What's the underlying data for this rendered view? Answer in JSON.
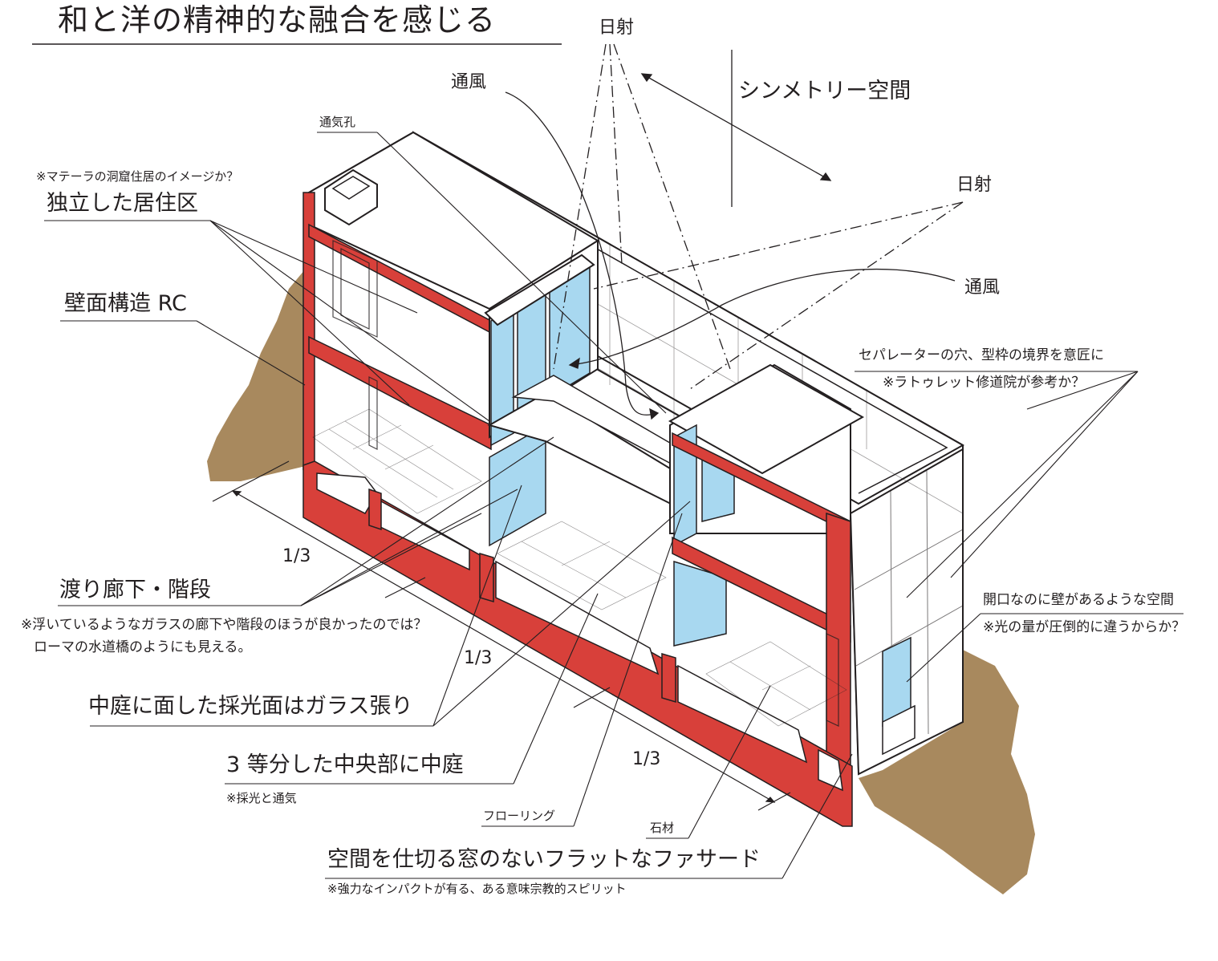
{
  "title": "和と洋の精神的な融合を感じる",
  "labels": {
    "sun_top": "日射",
    "sun_right": "日射",
    "wind_top": "通風",
    "wind_right": "通風",
    "symmetry": "シンメトリー空間",
    "vent": "通気孔",
    "matera_note": "※マテーラの洞窟住居のイメージか？",
    "independent": "独立した居住区",
    "wall_rc": "壁面構造 RC",
    "separator": "セパレーターの穴、型枠の境界を意匠に",
    "tourette": "※ラトゥレット修道院が参考か？",
    "third_1": "1/3",
    "third_2": "1/3",
    "third_3": "1/3",
    "corridor": "渡り廊下・階段",
    "corridor_note1": "※浮いているようなガラスの廊下や階段のほうが良かったのでは？",
    "corridor_note2": "ローマの水道橋のようにも見える。",
    "opening": "開口なのに壁があるような空間",
    "opening_note": "※光の量が圧倒的に違うからか？",
    "glass": "中庭に面した採光面はガラス張り",
    "courtyard": "3 等分した中央部に中庭",
    "courtyard_note": "※採光と通気",
    "flooring": "フローリング",
    "stone": "石材",
    "facade": "空間を仕切る窓のないフラットなファサード",
    "facade_note": "※強力なインパクトが有る、ある意味宗教的スピリット"
  },
  "colors": {
    "section_cut": "#d8403a",
    "glass": "#a8d8f0",
    "ground": "#a8895e",
    "line": "#231f20"
  }
}
